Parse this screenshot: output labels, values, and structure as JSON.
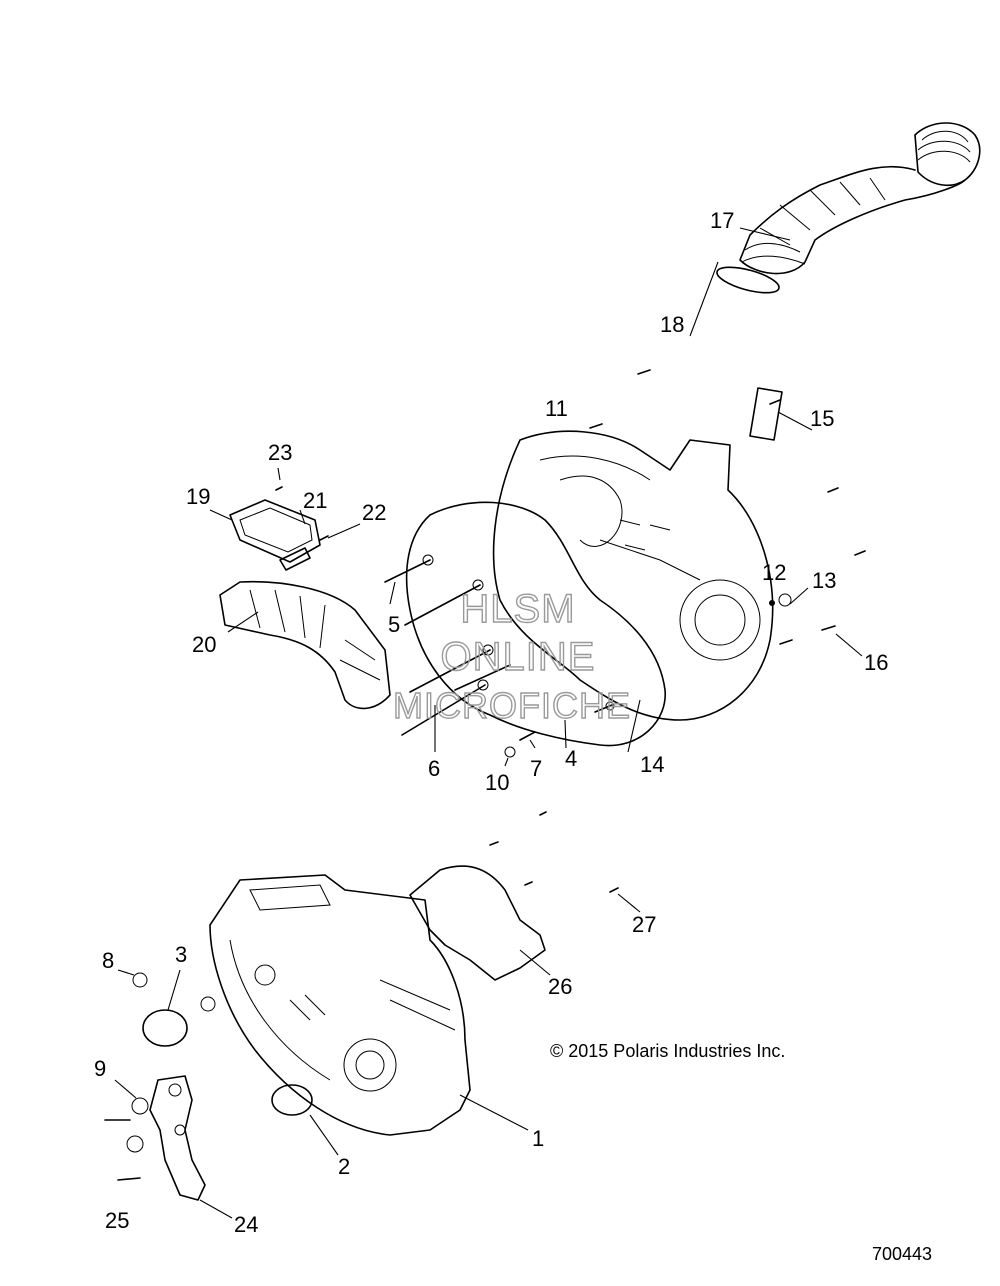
{
  "diagram": {
    "callouts": [
      "1",
      "2",
      "3",
      "4",
      "5",
      "6",
      "7",
      "8",
      "9",
      "10",
      "11",
      "12",
      "13",
      "14",
      "15",
      "16",
      "17",
      "18",
      "19",
      "20",
      "21",
      "22",
      "23",
      "24",
      "25",
      "26",
      "27"
    ],
    "copyright": "© 2015 Polaris Industries Inc.",
    "figure_number": "700443",
    "watermark": [
      "HLSM",
      "ONLINE",
      "MICROFICHE"
    ]
  }
}
